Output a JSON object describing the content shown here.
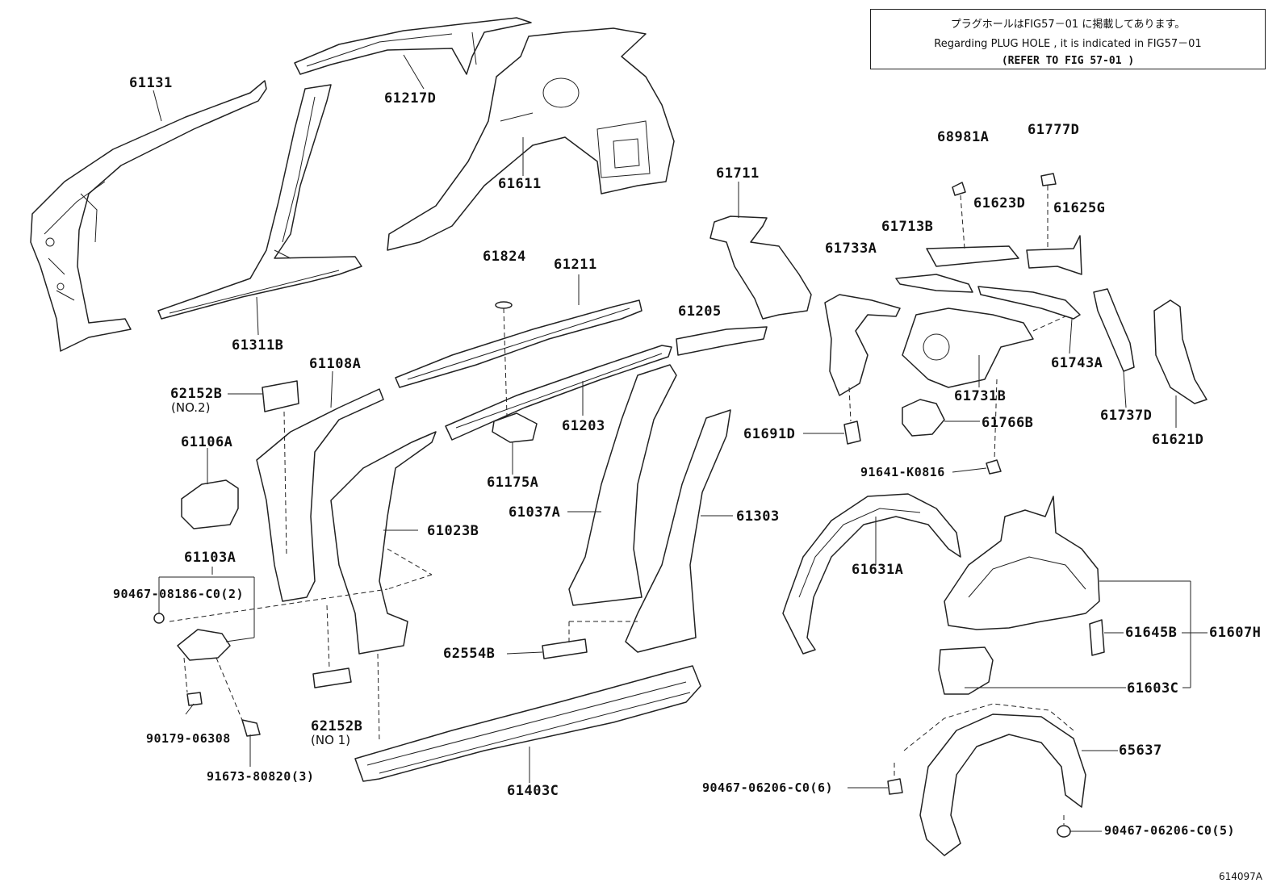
{
  "note": {
    "line1": "プラグホールはFIG57－01 に掲載してあります。",
    "line2": "Regarding  PLUG HOLE , it is indicated in FIG57－01",
    "line3": "(REFER TO FIG 57-01 )"
  },
  "figure_id": "614097A",
  "labels": {
    "p61131": "61131",
    "p61217D": "61217D",
    "p61611": "61611",
    "p61311B": "61311B",
    "p61824": "61824",
    "p61211": "61211",
    "p61711": "61711",
    "p68981A": "68981A",
    "p61777D": "61777D",
    "p61623D": "61623D",
    "p61625G": "61625G",
    "p61713B": "61713B",
    "p61733A": "61733A",
    "p61205": "61205",
    "p62152B_no2": "62152B",
    "p62152B_no2_sub": "(NO.2)",
    "p61108A": "61108A",
    "p61106A": "61106A",
    "p61203": "61203",
    "p61175A": "61175A",
    "p61037A": "61037A",
    "p61023B": "61023B",
    "p61303": "61303",
    "p61743A": "61743A",
    "p61731B": "61731B",
    "p61737D": "61737D",
    "p61621D": "61621D",
    "p61691D": "61691D",
    "p61766B": "61766B",
    "p91641": "91641-K0816",
    "p61103A": "61103A",
    "p90467_08186": "90467-08186-C0(2)",
    "p61631A": "61631A",
    "p61645B": "61645B",
    "p61607H": "61607H",
    "p61603C": "61603C",
    "p62554B": "62554B",
    "p90179": "90179-06308",
    "p62152B_no1": "62152B",
    "p62152B_no1_sub": "(NO 1)",
    "p91673": "91673-80820(3)",
    "p61403C": "61403C",
    "p65637": "65637",
    "p90467_06206_6": "90467-06206-C0(6)",
    "p90467_06206_5": "90467-06206-C0(5)"
  }
}
